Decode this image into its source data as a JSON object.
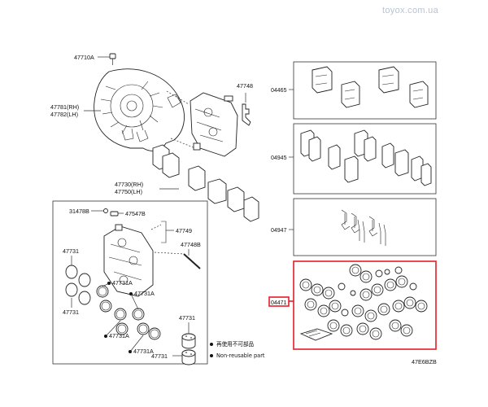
{
  "watermark": "toyox.com.ua",
  "labels": {
    "bolt": "47710A",
    "dust_cover_rh": "47781(RH)",
    "dust_cover_lh": "47782(LH)",
    "anti_squeal_shim_top": "47748",
    "caliper_rh": "47730(RH)",
    "caliper_lh": "47750(LH)",
    "bleeder_cap": "31478B",
    "bleeder_plug": "47547B",
    "spring": "47749",
    "pin": "47748B",
    "piston_left_top": "47731",
    "piston_left_bottom": "47731",
    "seal_a1": "47731A",
    "seal_a2": "47731A",
    "seal_a3": "47731A",
    "seal_a4": "47731A",
    "piston_right_top": "47731",
    "piston_right_bottom": "47731"
  },
  "kits": {
    "pad_kit": "04465",
    "shim_kit": "04945",
    "fitting_kit": "04947",
    "cylinder_kit": "04471"
  },
  "legend": {
    "line1": "再使用不可部品",
    "line2": "Non-reusable part"
  },
  "figure_code": "47E6BZB",
  "colors": {
    "highlight": "#e21e26",
    "lines": "#333333",
    "watermark": "#b9c3d3"
  }
}
